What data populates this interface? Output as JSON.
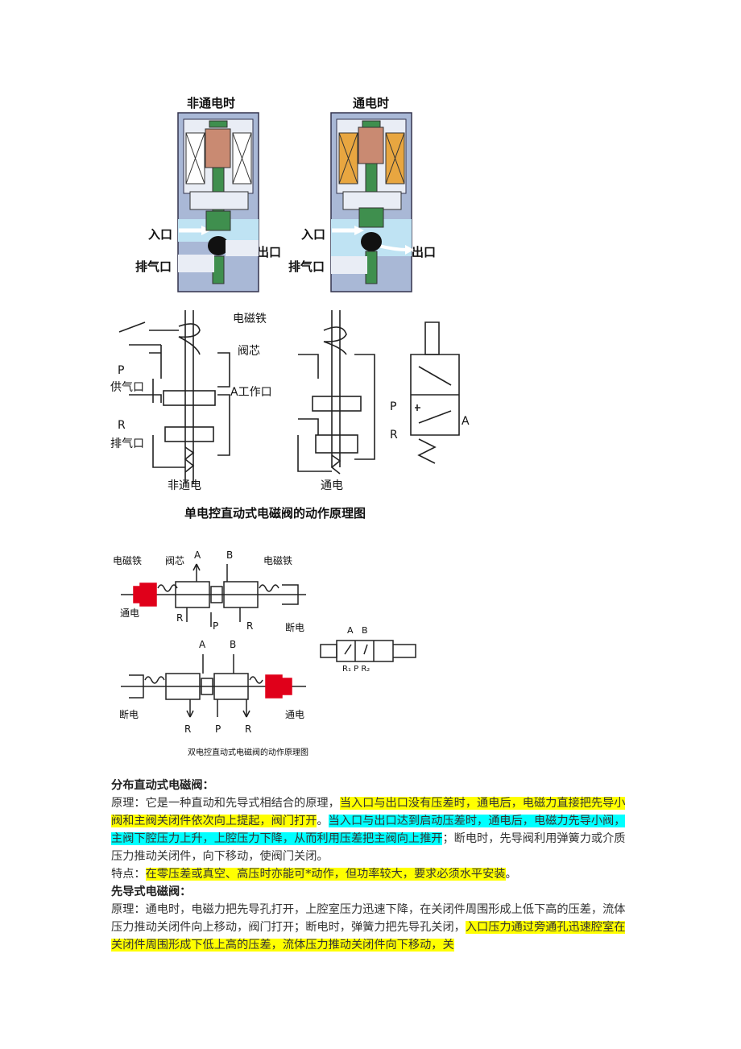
{
  "figure1": {
    "label_off": "非通电时",
    "label_on": "通电时",
    "inlet": "入口",
    "outlet": "出口",
    "exhaust": "排气口"
  },
  "figure2": {
    "electromagnet": "电磁铁",
    "spool": "阀芯",
    "supply_p": "P",
    "supply": "供气口",
    "work_port": "A工作口",
    "exhaust_r": "R",
    "exhaust": "排气口",
    "off": "非通电",
    "on": "通电",
    "sym_p": "P",
    "sym_r": "R",
    "sym_a": "A",
    "caption": "单电控直动式电磁阀的动作原理图"
  },
  "figure3": {
    "electromagnet_left": "电磁铁",
    "spool": "阀芯",
    "a_top": "A",
    "b_top": "B",
    "electromagnet_right": "电磁铁",
    "energized_top": "通电",
    "r1_top": "R",
    "p_top": "P",
    "r2_top": "R",
    "deenergized_top": "断电",
    "a_bot": "A",
    "b_bot": "B",
    "deenergized_bot": "断电",
    "r1_bot": "R",
    "p_bot": "P",
    "r2_bot": "R",
    "energized_bot": "通电",
    "sym_a": "A",
    "sym_b": "B",
    "sym_ports": "R₁ P R₂",
    "caption": "双电控直动式电磁阀的动作原理图"
  },
  "text": {
    "h1": "分布直动式电磁阀：",
    "p1_prefix": "原理：它是一种直动和先导式相结合的原理，",
    "p1_hl1": "当入口与出口没有压差时，通电后，电磁力直接把先导小阀和主阀关闭件依次向上提起，阀门打开",
    "p1_mid": "。",
    "p1_hl2": "当入口与出口达到启动压差时，通电后，电磁力先导小阀，主阀下腔压力上升，上腔压力下降，从而利用压差把主阀向上推开",
    "p1_suffix": "；断电时，先导阀利用弹簧力或介质压力推动关闭件，向下移动，使阀门关闭。",
    "p2_prefix": "特点：",
    "p2_hl": "在零压差或真空、高压时亦能可*动作，但功率较大，要求必须水平安装",
    "p2_suffix": "。",
    "h2": "先导式电磁阀：",
    "p3_prefix": "原理：通电时，电磁力把先导孔打开，上腔室压力迅速下降，在关闭件周围形成上低下高的压差，流体压力推动关闭件向上移动，阀门打开；断电时，弹簧力把先导孔关闭，",
    "p3_hl": "入口压力通过旁通孔迅速腔室在关闭件周围形成下低上高的压差，流体压力推动关闭件向下移动，关"
  },
  "colors": {
    "body_blue": "#a9b8d6",
    "coil_copper": "#c98a72",
    "coil_orange": "#e8a640",
    "stem_green": "#3f8f4e",
    "flow_blue": "#bfe3f3",
    "red_magnet": "#e0001a",
    "highlight_yellow": "#ffff00",
    "highlight_cyan": "#00ffff"
  }
}
